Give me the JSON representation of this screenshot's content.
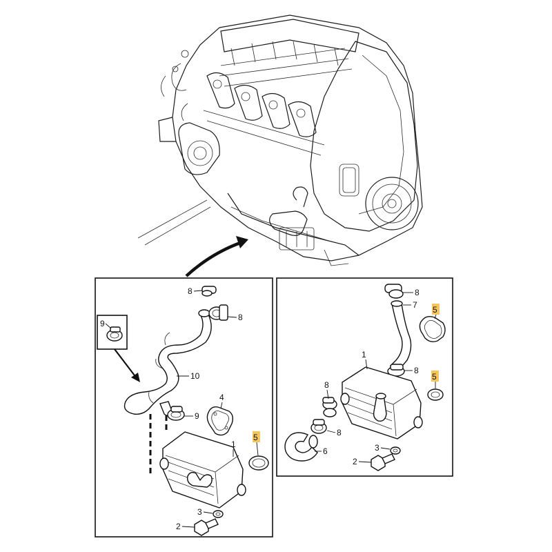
{
  "callouts": {
    "left": {
      "c8_top": "8",
      "c8_right": "8",
      "c9_inset": "9",
      "c10": "10",
      "c4": "4",
      "c9_mid": "9",
      "c1": "1",
      "c5": "5",
      "c3": "3",
      "c2": "2"
    },
    "right": {
      "c8_top": "8",
      "c7": "7",
      "c5_top": "5",
      "c1": "1",
      "c8_mid": "8",
      "c5_mid": "5",
      "c8_left": "8",
      "c8_lower": "8",
      "c6": "6",
      "c3": "3",
      "c2": "2"
    }
  },
  "colors": {
    "highlight": "#f7c65a",
    "ink": "#111111"
  }
}
